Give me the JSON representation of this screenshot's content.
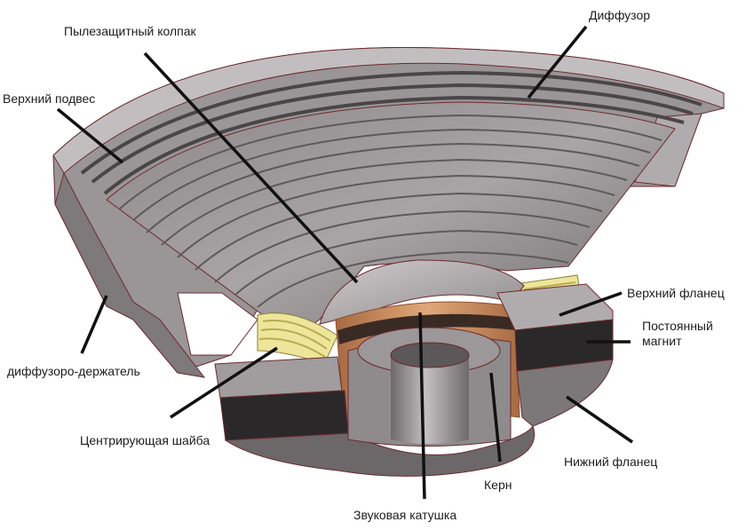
{
  "labels": {
    "dust_cap": "Пылезащитный колпак",
    "cone": "Диффузор",
    "surround": "Верхний подвес",
    "top_plate": "Верхний фланец",
    "magnet": "Постоянный магнит",
    "basket": "диффузоро-держатель",
    "spider": "Центрирующая шайба",
    "bottom_plate": "Нижний фланец",
    "pole": "Керн",
    "voice_coil": "Звуковая катушка"
  },
  "colors": {
    "metal_light": "#b9b5b6",
    "metal_mid": "#8f8a8c",
    "metal_dark": "#5a5557",
    "edge": "#6b2a30",
    "magnet": "#2a2829",
    "copper": "#c98a5c",
    "copper_dark": "#8a4d2a",
    "spider": "#ede59a",
    "leader": "#111111"
  }
}
